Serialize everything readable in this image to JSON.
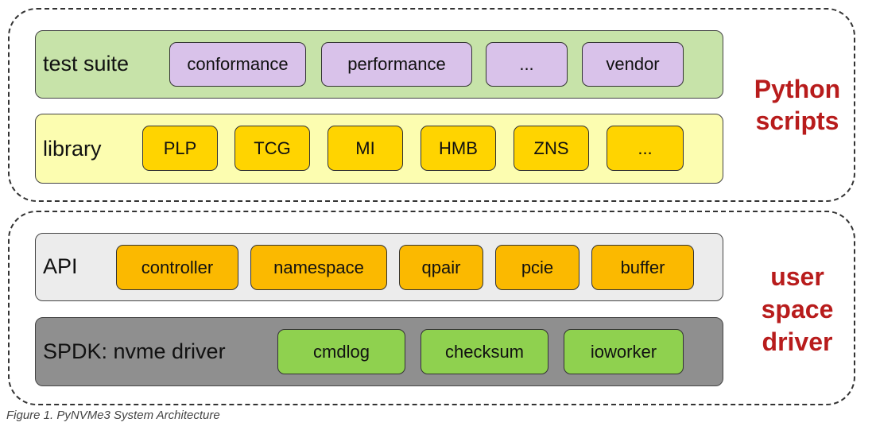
{
  "colors": {
    "test_suite_bg": "#c7e3a9",
    "module_purple": "#d9c2ea",
    "library_bg": "#fcfdb0",
    "module_yellow": "#ffd400",
    "api_bg": "#ececec",
    "module_orange": "#fbb900",
    "driver_bg": "#8f8f8f",
    "module_green": "#8fd14f",
    "group_label": "#b81c1c"
  },
  "python_group": {
    "label_line1": "Python",
    "label_line2": "scripts",
    "test_suite": {
      "label": "test suite",
      "modules": [
        "conformance",
        "performance",
        "...",
        "vendor"
      ]
    },
    "library": {
      "label": "library",
      "modules": [
        "PLP",
        "TCG",
        "MI",
        "HMB",
        "ZNS",
        "..."
      ]
    }
  },
  "driver_group": {
    "label_line1": "user",
    "label_line2": "space",
    "label_line3": "driver",
    "api": {
      "label": "API",
      "modules": [
        "controller",
        "namespace",
        "qpair",
        "pcie",
        "buffer"
      ]
    },
    "spdk": {
      "label": "SPDK: nvme driver",
      "modules": [
        "cmdlog",
        "checksum",
        "ioworker"
      ]
    }
  },
  "caption": "Figure 1. PyNVMe3 System Architecture"
}
